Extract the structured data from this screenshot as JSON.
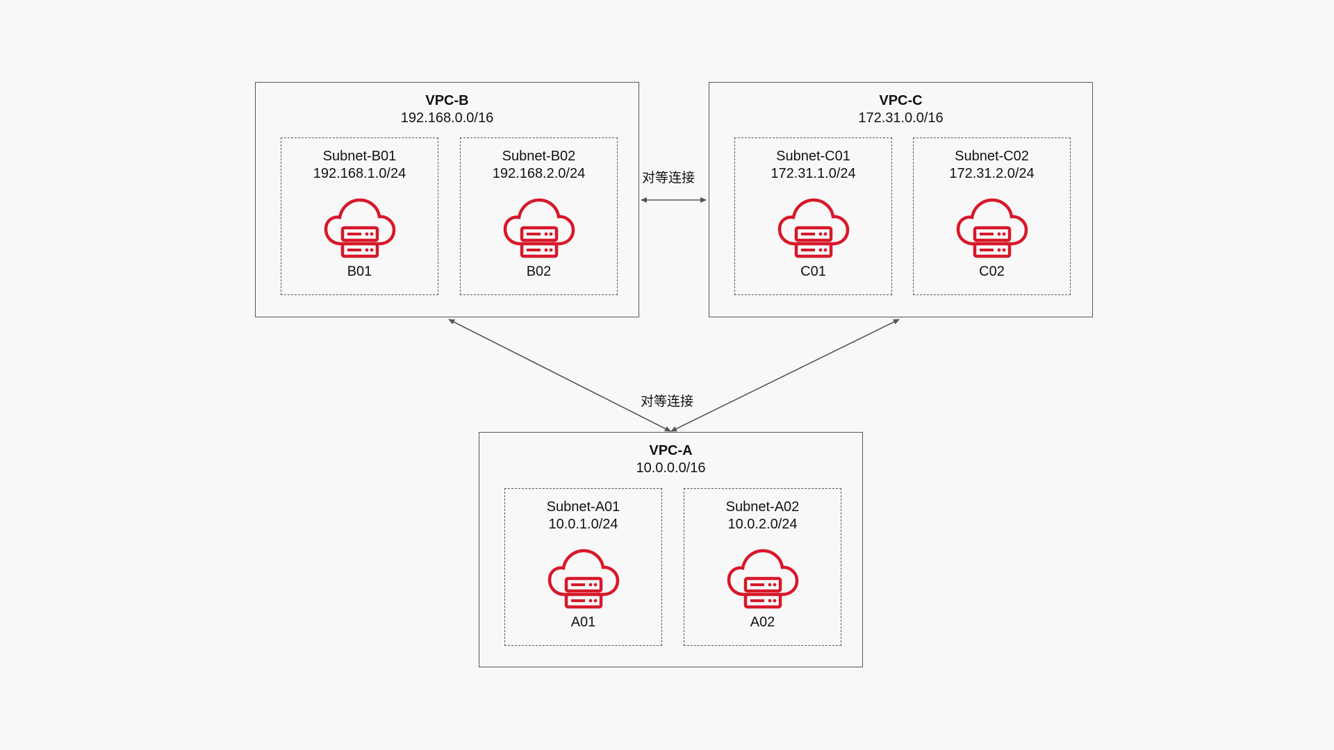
{
  "vpcs": [
    {
      "name": "VPC-B",
      "cidr": "192.168.0.0/16",
      "subnets": [
        {
          "name": "Subnet-B01",
          "cidr": "192.168.1.0/24",
          "instance": "B01"
        },
        {
          "name": "Subnet-B02",
          "cidr": "192.168.2.0/24",
          "instance": "B02"
        }
      ]
    },
    {
      "name": "VPC-C",
      "cidr": "172.31.0.0/16",
      "subnets": [
        {
          "name": "Subnet-C01",
          "cidr": "172.31.1.0/24",
          "instance": "C01"
        },
        {
          "name": "Subnet-C02",
          "cidr": "172.31.2.0/24",
          "instance": "C02"
        }
      ]
    },
    {
      "name": "VPC-A",
      "cidr": "10.0.0.0/16",
      "subnets": [
        {
          "name": "Subnet-A01",
          "cidr": "10.0.1.0/24",
          "instance": "A01"
        },
        {
          "name": "Subnet-A02",
          "cidr": "10.0.2.0/24",
          "instance": "A02"
        }
      ]
    }
  ],
  "links": {
    "top_label": "对等连接",
    "bottom_label": "对等连接"
  },
  "colors": {
    "icon": "#d7182a",
    "border": "#555555",
    "background": "#f8f8f8",
    "connector": "#555555"
  },
  "icons": {
    "instance": "cloud-server-icon"
  }
}
